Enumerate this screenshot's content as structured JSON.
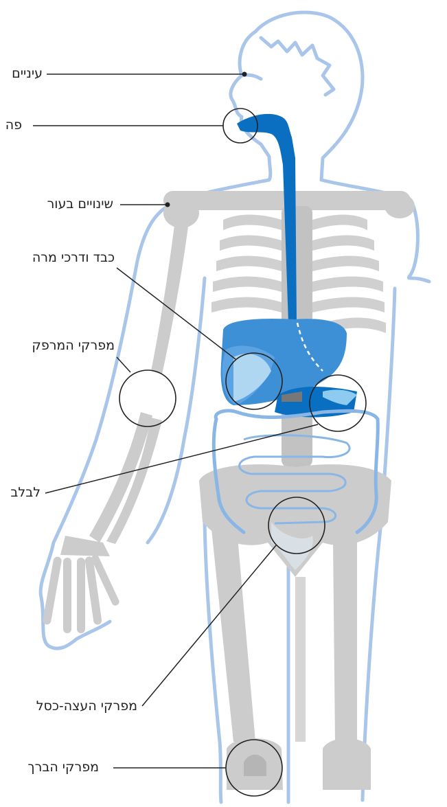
{
  "labels": {
    "eyes": "עיניים",
    "mouth": "פה",
    "skin": "שינויים בעור",
    "liver": "כבד ודרכי מרה",
    "elbow": "מפרקי המרפק",
    "pancreas": "לבלב",
    "hip": "מפרקי העצה-כסל",
    "knee": "מפרקי הברך"
  },
  "colors": {
    "outline": "#a9c6ea",
    "bone": "#cccccc",
    "bone_dark": "#b5b5b5",
    "esophagus": "#0a6fc0",
    "stomach": "#3d8fd6",
    "liver": "#5ba3e2",
    "intestine": "#8ab6e6",
    "leader": "#222222"
  }
}
